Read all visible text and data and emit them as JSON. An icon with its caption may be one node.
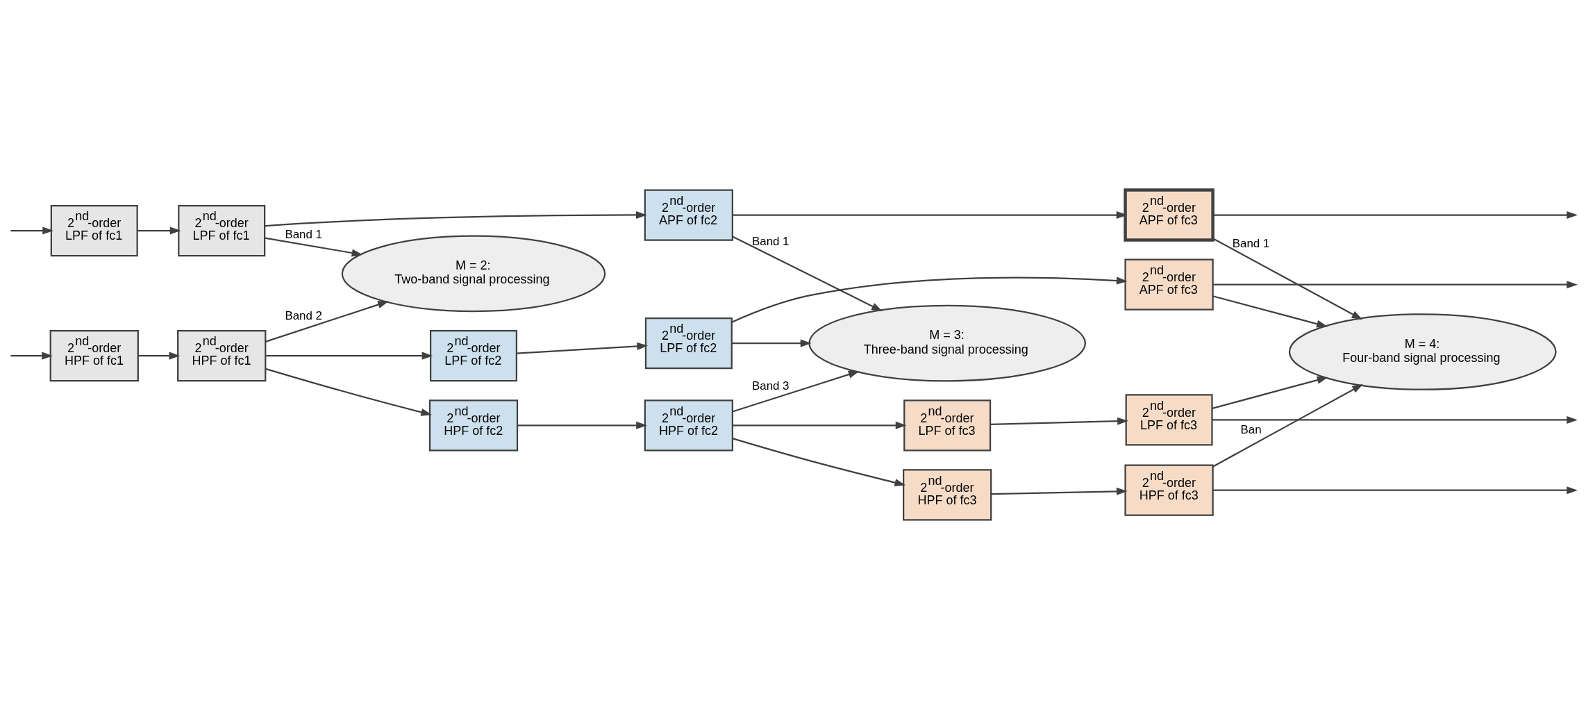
{
  "diagram": {
    "nodes": [
      {
        "text": [
          "2$^{nd}$-order LPF of fc1"
        ]
      },
      {
        "text": [
          "2$^{nd}$-order LPF of fc1"
        ]
      },
      {
        "text": [
          "2$^{nd}$-order HPF of fc1"
        ]
      },
      {
        "text": [
          "2$^{nd}$-order HPF of fc1"
        ]
      },
      {
        "text": [
          "2$^{nd}$-order APF of fc2"
        ]
      },
      {
        "text": [
          "2$^{nd}$-order LPF of fc2"
        ]
      },
      {
        "text": [
          "2$^{nd}$-order LPF of fc2"
        ]
      },
      {
        "text": [
          "2$^{nd}$-order HPF of fc2"
        ]
      },
      {
        "text": [
          "2$^{nd}$-order HPF of fc2"
        ]
      },
      {
        "text": [
          "2$^{nd}$-order APF of fc3"
        ]
      },
      {
        "text": [
          "2$^{nd}$-order APF of fc3"
        ]
      },
      {
        "text": [
          "2$^{nd}$-order LPF of fc3"
        ]
      },
      {
        "text": [
          "2$^{nd}$-order LPF of fc3"
        ]
      },
      {
        "text": [
          "2$^{nd}$-order HPF of fc3"
        ]
      },
      {
        "text": [
          "2$^{nd}$-order HPF of fc3"
        ]
      },
      {
        "text": [
          "M = 2: Two-band signal processing"
        ]
      },
      {
        "text": [
          "M = 3: Three-band signal processing"
        ]
      },
      {
        "text": [
          "M = 4: Four-band signal processing"
        ]
      }
    ],
    "edges": [
      {
        "from": null,
        "to": 0,
        "arrow": "to"
      },
      {
        "from": null,
        "to": 2,
        "arrow": "to"
      },
      {
        "from": 0,
        "to": 1,
        "arrow": "to"
      },
      {
        "from": 2,
        "to": 3,
        "arrow": "to"
      },
      {
        "from": 1,
        "to": 4,
        "arrow": "to"
      },
      {
        "from": 3,
        "to": 5,
        "arrow": "to"
      },
      {
        "from": 3,
        "to": 7,
        "arrow": "to"
      },
      {
        "from": 5,
        "to": 6,
        "arrow": "to"
      },
      {
        "from": 7,
        "to": 8,
        "arrow": "to"
      },
      {
        "from": 4,
        "to": 9,
        "arrow": "to"
      },
      {
        "from": 6,
        "to": 10,
        "arrow": "to"
      },
      {
        "from": 8,
        "to": 11,
        "arrow": "to"
      },
      {
        "from": 8,
        "to": 13,
        "arrow": "to"
      },
      {
        "from": 11,
        "to": 12,
        "arrow": "to"
      },
      {
        "from": 13,
        "to": 14,
        "arrow": "to"
      },
      {
        "from": 9,
        "to": null,
        "arrow": "to"
      },
      {
        "from": 10,
        "to": null,
        "arrow": "to"
      },
      {
        "from": 12,
        "to": null,
        "arrow": "to"
      },
      {
        "from": 14,
        "to": null,
        "arrow": "to"
      },
      {
        "from": 1,
        "to": 15,
        "arrow": "to",
        "label": "Band 1"
      },
      {
        "from": 3,
        "to": 15,
        "arrow": "to",
        "label": "Band 2"
      },
      {
        "from": 4,
        "to": 16,
        "arrow": "to",
        "label": "Band 1"
      },
      {
        "from": 6,
        "to": 16,
        "arrow": "to"
      },
      {
        "from": 8,
        "to": 16,
        "arrow": "to",
        "label": "Band 3"
      },
      {
        "from": 9,
        "to": 17,
        "arrow": "to",
        "label": "Band 1"
      },
      {
        "from": 10,
        "to": 17,
        "arrow": "to"
      },
      {
        "from": 12,
        "to": 17,
        "arrow": "to"
      },
      {
        "from": 14,
        "to": 17,
        "arrow": "to",
        "label": "Ban"
      }
    ]
  }
}
